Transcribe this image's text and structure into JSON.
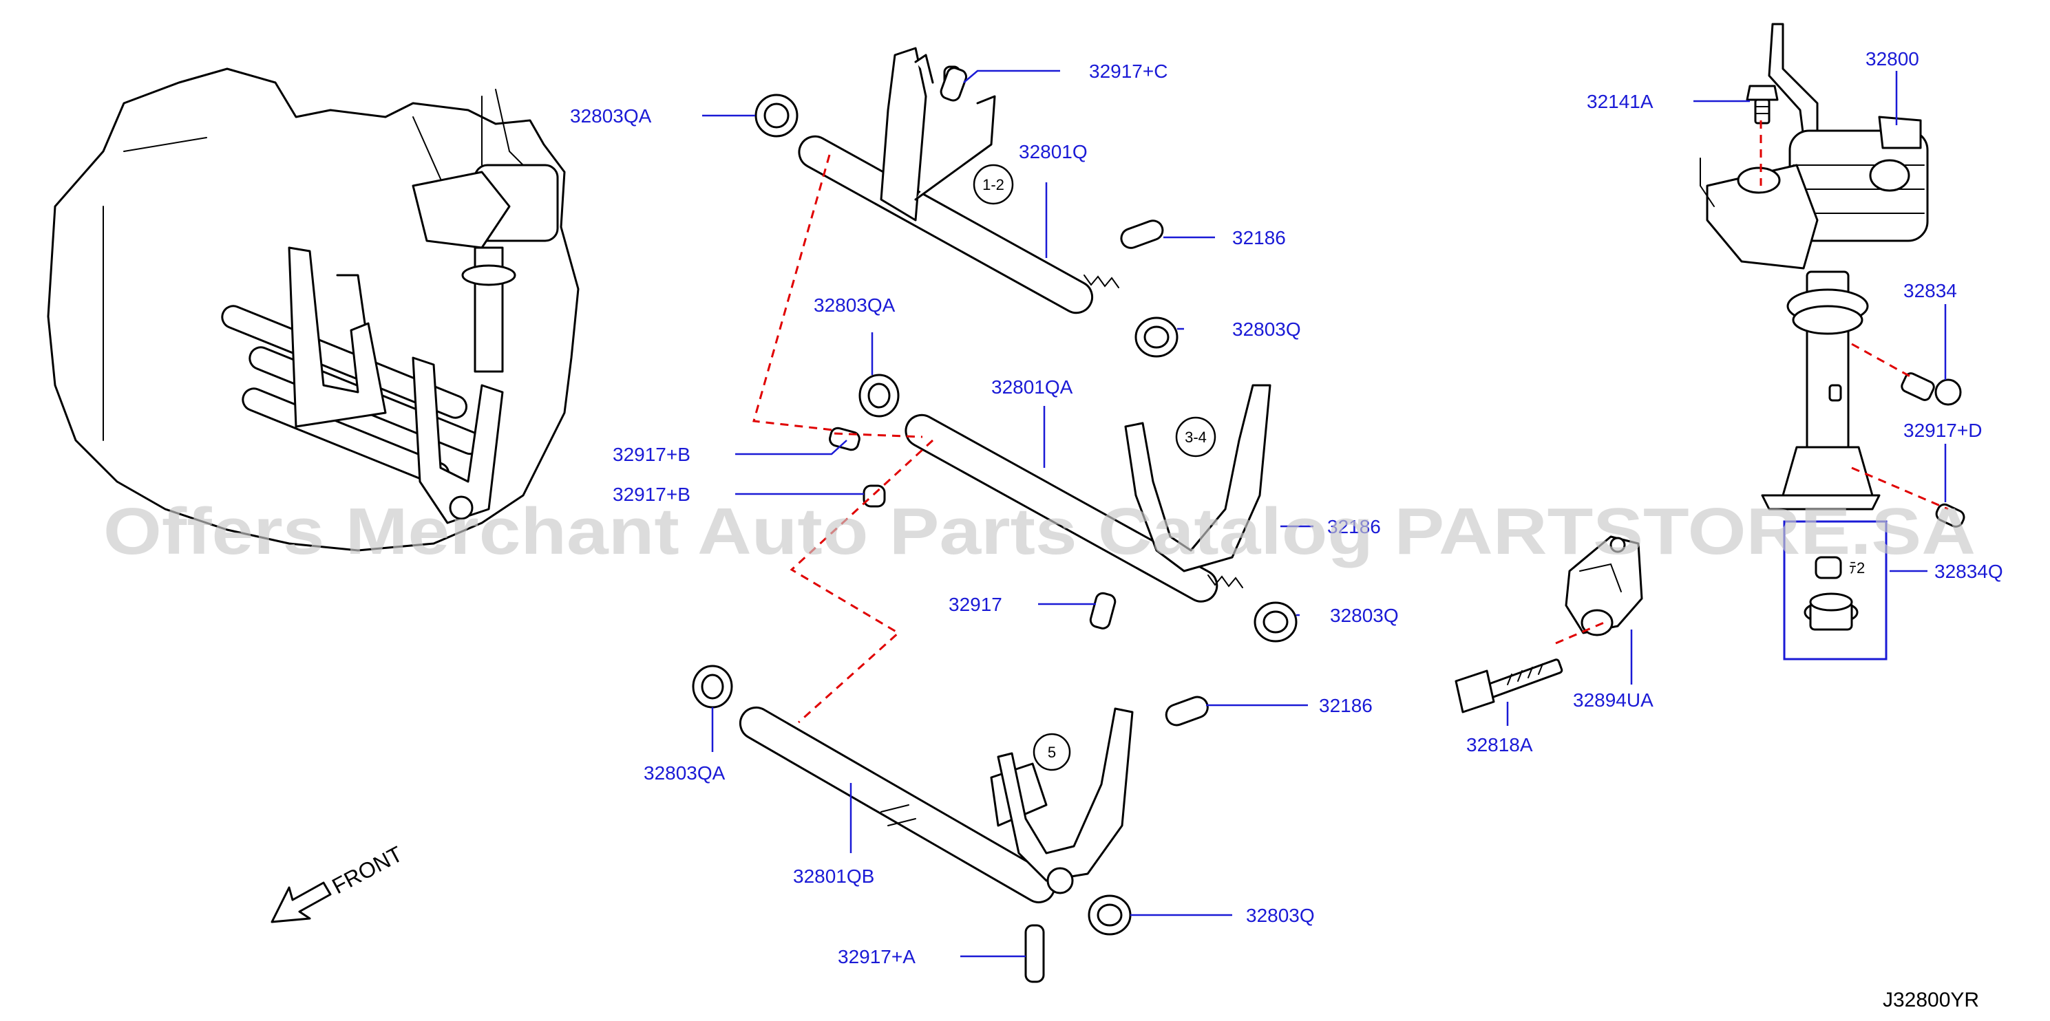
{
  "diagram": {
    "code": "J32800YR",
    "front_label": "FRONT",
    "watermark": "Offers Merchant Auto Parts Catalog PARTSTORE.SA",
    "fork_markers": [
      "1-2",
      "3-4",
      "5"
    ],
    "kit_note": "ﾃ2",
    "colors": {
      "part_number": "#1a1ad6",
      "connector": "#e00000"
    },
    "parts": {
      "p32803QA_top": "32803QA",
      "p32917C": "32917+C",
      "p32801Q": "32801Q",
      "p32186_top": "32186",
      "p32803Q_top": "32803Q",
      "p32803QA_mid": "32803QA",
      "p32801QA": "32801QA",
      "p32917B_1": "32917+B",
      "p32917B_2": "32917+B",
      "p32186_mid": "32186",
      "p32917": "32917",
      "p32803Q_mid": "32803Q",
      "p32186_low": "32186",
      "p32803QA_low": "32803QA",
      "p32801QB": "32801QB",
      "p32803Q_low": "32803Q",
      "p32917A": "32917+A",
      "p32141A": "32141A",
      "p32800": "32800",
      "p32834": "32834",
      "p32917D": "32917+D",
      "p32834Q": "32834Q",
      "p32818A": "32818A",
      "p32894UA": "32894UA"
    }
  }
}
